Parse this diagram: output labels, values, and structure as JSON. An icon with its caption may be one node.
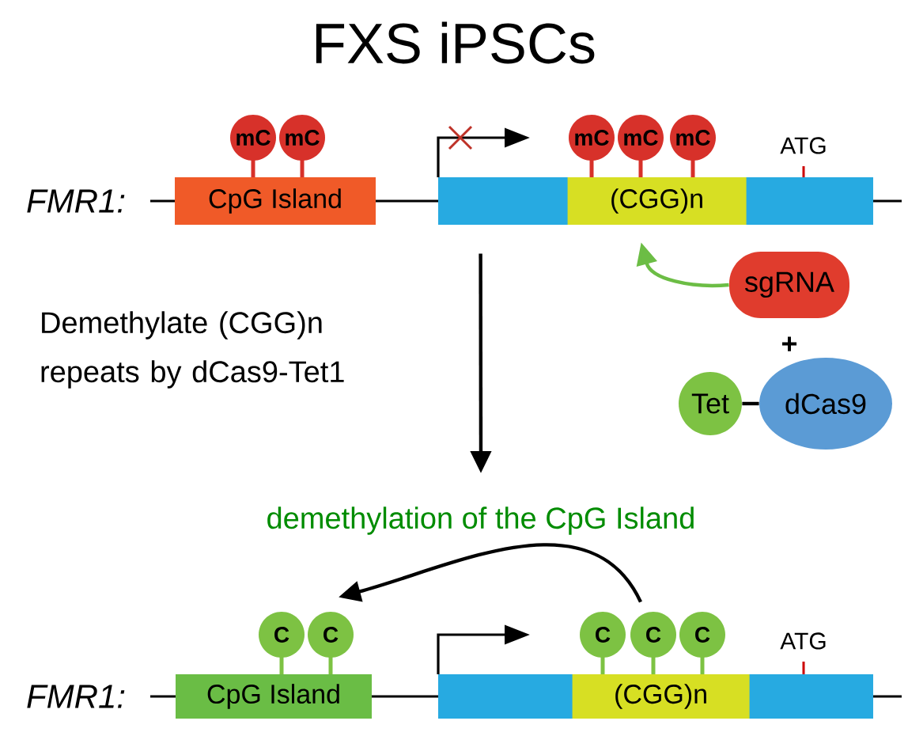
{
  "diagram": {
    "title": "FXS iPSCs",
    "nodes": [
      {
        "text": [
          "mC"
        ]
      },
      {
        "text": [
          "mC"
        ]
      },
      {
        "text": [
          "mC"
        ]
      },
      {
        "text": [
          "mC"
        ]
      },
      {
        "text": [
          "mC"
        ]
      },
      {
        "text": [
          "CpG Island"
        ]
      },
      {
        "text": [],
        "shape": "bar"
      },
      {
        "text": [
          "(CGG)n"
        ],
        "in": 6
      },
      {
        "text": [
          "sgRNA"
        ]
      },
      {
        "text": [
          "Tet"
        ]
      },
      {
        "text": [
          "dCas9"
        ]
      },
      {
        "text": [
          "C"
        ]
      },
      {
        "text": [
          "C"
        ]
      },
      {
        "text": [
          "C"
        ]
      },
      {
        "text": [
          "C"
        ]
      },
      {
        "text": [
          "C"
        ]
      },
      {
        "text": [
          "CpG Island"
        ]
      },
      {
        "text": [],
        "shape": "bar"
      },
      {
        "text": [
          "(CGG)n"
        ],
        "in": 17
      }
    ],
    "edges": [
      {
        "from": 8,
        "to": 7,
        "arrow": "to",
        "color": "#6cbd45"
      },
      {
        "from": 9,
        "to": 10,
        "arrow": "none"
      },
      {
        "from": 6,
        "to": null,
        "arrow": "to"
      },
      {
        "from": 14,
        "to": 12,
        "arrow": "to"
      }
    ],
    "labels": [
      "FMR1:",
      "ATG",
      "Demethylate (CGG)n repeats by dCas9-Tet1",
      "+",
      "demethylation of the CpG Island",
      "FMR1:",
      "ATG"
    ]
  }
}
